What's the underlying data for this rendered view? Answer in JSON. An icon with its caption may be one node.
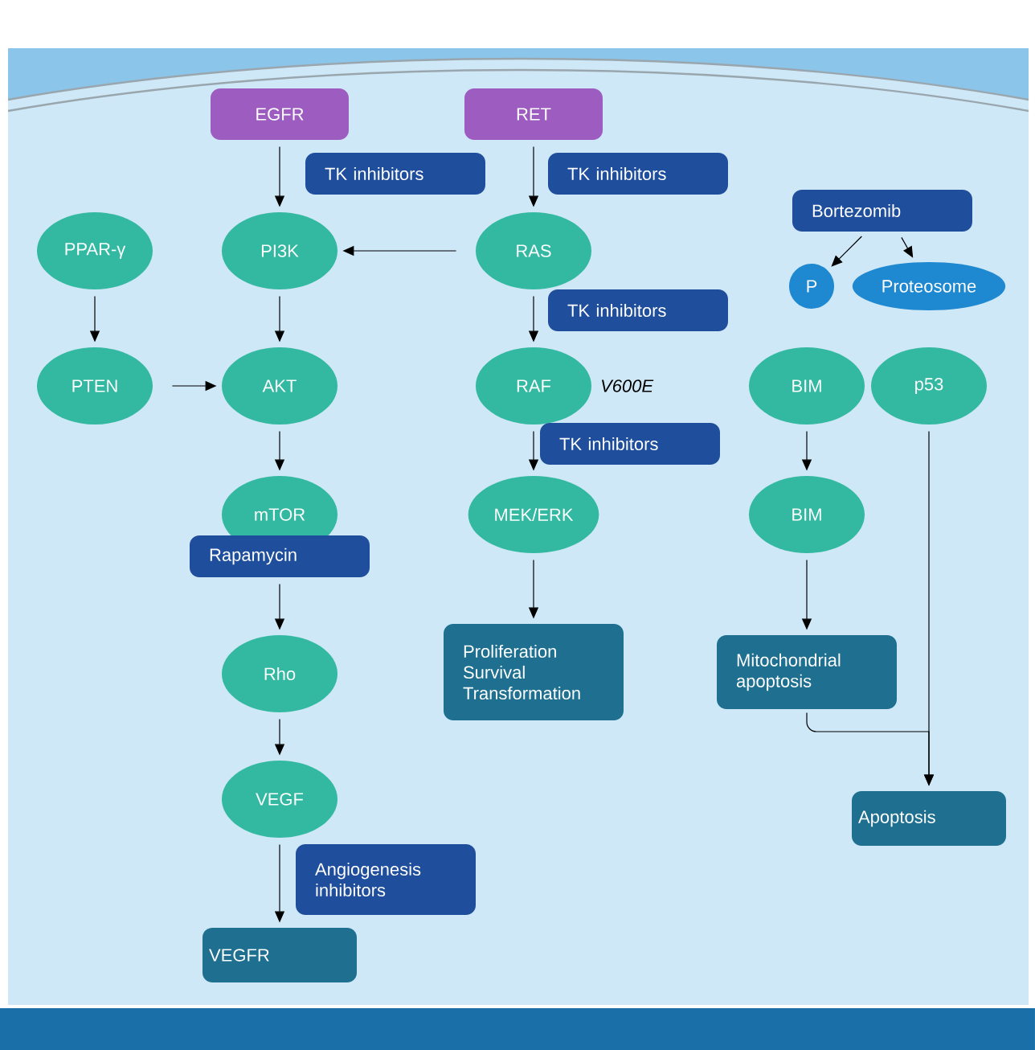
{
  "diagram": {
    "nodes": [
      {
        "text": [
          "EGFR"
        ]
      },
      {
        "text": [
          "RET"
        ]
      },
      {
        "text": [
          "TK inhibitors"
        ]
      },
      {
        "text": [
          "TK inhibitors"
        ]
      },
      {
        "text": [
          "Bortezomib"
        ]
      },
      {
        "text": [
          "PPAR-γ"
        ]
      },
      {
        "text": [
          "PI3K"
        ]
      },
      {
        "text": [
          "RAS"
        ]
      },
      {
        "text": [
          "P"
        ]
      },
      {
        "text": [
          "TK inhibitors"
        ]
      },
      {
        "text": [
          "Proteosome"
        ]
      },
      {
        "text": [
          "PTEN"
        ]
      },
      {
        "text": [
          "AKT"
        ]
      },
      {
        "text": [
          "RAF"
        ]
      },
      {
        "text": [
          "BIM"
        ]
      },
      {
        "text": [
          "p53"
        ]
      },
      {
        "text": [
          "TK inhibitors"
        ]
      },
      {
        "text": [
          "mTOR"
        ]
      },
      {
        "text": [
          "MEK/ERK"
        ]
      },
      {
        "text": [
          "BIM"
        ]
      },
      {
        "text": [
          "Rapamycin"
        ]
      },
      {
        "text": [
          "Proliferation Survival Transformation"
        ]
      },
      {
        "text": [
          "Mitochondrial apoptosis"
        ]
      },
      {
        "text": [
          "Rho"
        ]
      },
      {
        "text": [
          "VEGF"
        ]
      },
      {
        "text": [
          "Angiogenesis inhibitors"
        ]
      },
      {
        "text": [
          "Apoptosis"
        ]
      },
      {
        "text": [
          "VEGFR"
        ]
      }
    ],
    "edges": [
      {
        "from": 0,
        "to": 6,
        "arrow": "to"
      },
      {
        "from": 1,
        "to": 7,
        "arrow": "to"
      },
      {
        "from": 7,
        "to": 6,
        "arrow": "to"
      },
      {
        "from": 5,
        "to": 11,
        "arrow": "to"
      },
      {
        "from": 6,
        "to": 12,
        "arrow": "to"
      },
      {
        "from": 7,
        "to": 13,
        "arrow": "to"
      },
      {
        "from": 11,
        "to": 12,
        "arrow": "to"
      },
      {
        "from": 4,
        "to": 8,
        "arrow": "to"
      },
      {
        "from": 4,
        "to": 10,
        "arrow": "to"
      },
      {
        "from": 13,
        "to": 18,
        "arrow": "to"
      },
      {
        "from": 14,
        "to": 19,
        "arrow": "to"
      },
      {
        "from": 12,
        "to": 17,
        "arrow": "to"
      },
      {
        "from": 20,
        "to": 23,
        "arrow": "to"
      },
      {
        "from": 18,
        "to": 21,
        "arrow": "to"
      },
      {
        "from": 19,
        "to": 22,
        "arrow": "to"
      },
      {
        "from": 23,
        "to": 24,
        "arrow": "to"
      },
      {
        "from": 24,
        "to": 27,
        "arrow": "to"
      },
      {
        "from": 22,
        "to": 26,
        "arrow": "to"
      },
      {
        "from": 15,
        "to": 26,
        "arrow": "to"
      }
    ],
    "labels": [
      "V600E"
    ]
  }
}
